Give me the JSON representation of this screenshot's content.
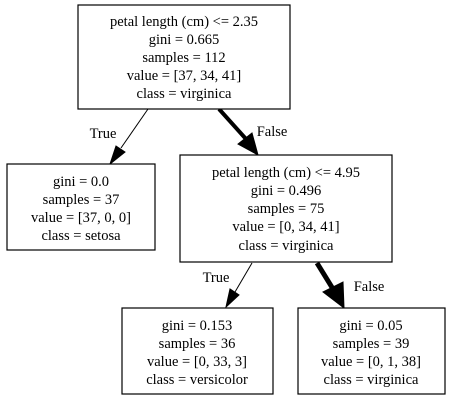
{
  "nodes": {
    "root": {
      "lines": [
        "petal length (cm) <= 2.35",
        "gini = 0.665",
        "samples = 112",
        "value = [37, 34, 41]",
        "class = virginica"
      ],
      "samples": 112
    },
    "setosa_leaf": {
      "lines": [
        "gini = 0.0",
        "samples = 37",
        "value = [37, 0, 0]",
        "class = setosa"
      ],
      "samples": 37
    },
    "split_2": {
      "lines": [
        "petal length (cm) <= 4.95",
        "gini = 0.496",
        "samples = 75",
        "value = [0, 34, 41]",
        "class = virginica"
      ],
      "samples": 75
    },
    "versicolor_leaf": {
      "lines": [
        "gini = 0.153",
        "samples = 36",
        "value = [0, 33, 3]",
        "class = versicolor"
      ],
      "samples": 36
    },
    "virginica_leaf": {
      "lines": [
        "gini = 0.05",
        "samples = 39",
        "value = [0, 1, 38]",
        "class = virginica"
      ],
      "samples": 39
    }
  },
  "edges": {
    "root_true": {
      "label": "True",
      "samples": 37
    },
    "root_false": {
      "label": "False",
      "samples": 75
    },
    "split2_true": {
      "label": "True",
      "samples": 36
    },
    "split2_false": {
      "label": "False",
      "samples": 39
    }
  }
}
